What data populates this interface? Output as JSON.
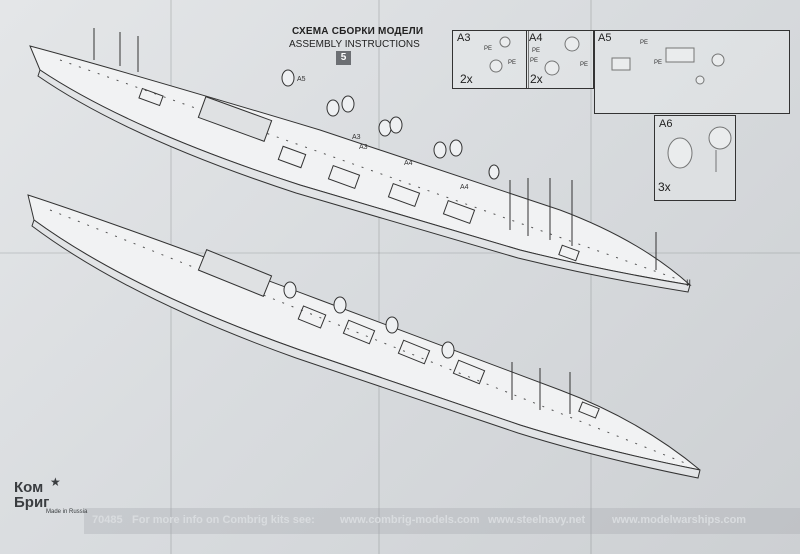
{
  "header": {
    "title_ru": "СХЕМА СБОРКИ МОДЕЛИ",
    "title_en": "ASSEMBLY INSTRUCTIONS",
    "step_number": "5"
  },
  "subassemblies": [
    {
      "label": "A3",
      "quantity": "2x",
      "pe_labels": [
        "PE",
        "PE"
      ]
    },
    {
      "label": "A4",
      "quantity": "2x",
      "pe_labels": [
        "PE",
        "PE",
        "PE"
      ]
    },
    {
      "label": "A5",
      "pe_labels": [
        "PE",
        "PE"
      ]
    },
    {
      "label": "A6",
      "quantity": "3x"
    }
  ],
  "callouts": [
    "A5",
    "A3",
    "A3",
    "A4",
    "A4"
  ],
  "ship_marks": [
    "II"
  ],
  "branding": {
    "logo_line1": "Ком",
    "logo_line2": "Бриг",
    "made_in": "Made in Russia"
  },
  "footer": {
    "kit_number": "70485",
    "text": "For more info on Combrig kits see:",
    "url1": "www.combrig-models.com",
    "url2": "www.steelnavy.net",
    "url3": "www.modelwarships.com"
  }
}
